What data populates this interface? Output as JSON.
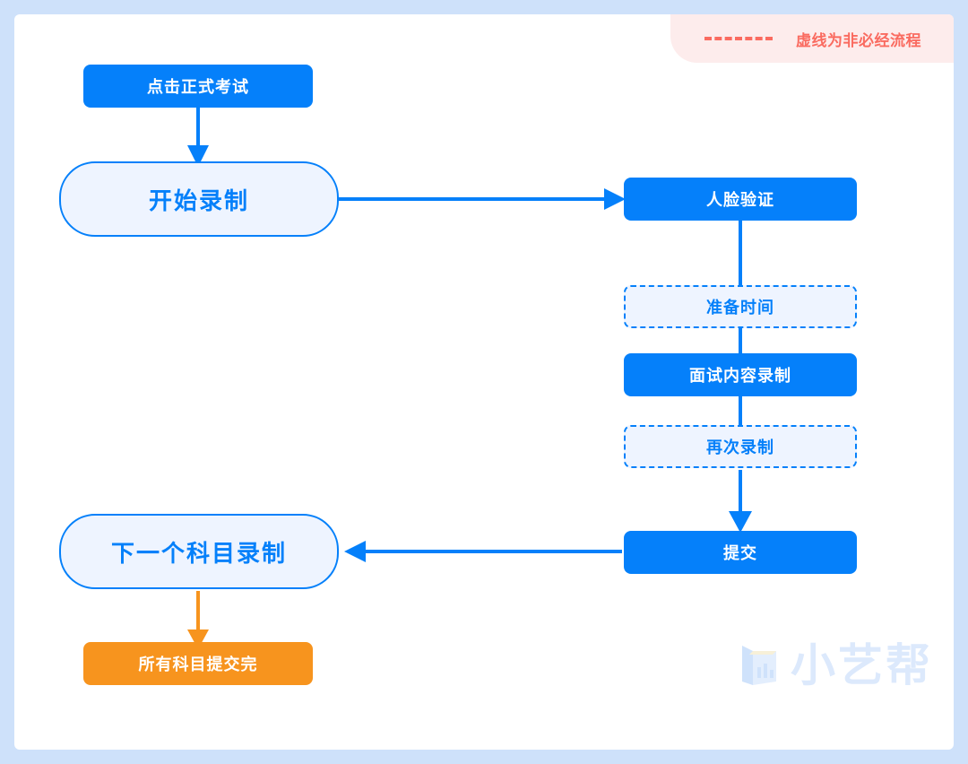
{
  "legend": {
    "dash_label": "dashed-line-sample",
    "text": "虚线为非必经流程",
    "color": "#fa6b60",
    "background": "#fdecec"
  },
  "theme": {
    "frame_border": "#cee1fa",
    "canvas": "#ffffff",
    "primary_blue": "#0580fa",
    "light_blue_fill": "#eef4ff",
    "orange": "#f7941e",
    "watermark": "#dce9fc"
  },
  "nodes": [
    {
      "id": "start-exam",
      "label": "点击正式考试",
      "shape": "solid",
      "required": true
    },
    {
      "id": "start-recording",
      "label": "开始录制",
      "shape": "pill",
      "required": true
    },
    {
      "id": "face-verification",
      "label": "人脸验证",
      "shape": "solid",
      "required": true
    },
    {
      "id": "preparation-time",
      "label": "准备时间",
      "shape": "dashed",
      "required": false
    },
    {
      "id": "interview-recording",
      "label": "面试内容录制",
      "shape": "solid",
      "required": true
    },
    {
      "id": "record-again",
      "label": "再次录制",
      "shape": "dashed",
      "required": false
    },
    {
      "id": "submit",
      "label": "提交",
      "shape": "solid",
      "required": true
    },
    {
      "id": "next-subject",
      "label": "下一个科目录制",
      "shape": "pill",
      "required": true
    },
    {
      "id": "all-submitted",
      "label": "所有科目提交完",
      "shape": "orange",
      "required": true
    }
  ],
  "connections": [
    {
      "from": "start-exam",
      "to": "start-recording",
      "arrow": true,
      "color": "#0580fa",
      "direction": "down"
    },
    {
      "from": "start-recording",
      "to": "face-verification",
      "arrow": true,
      "color": "#0580fa",
      "direction": "right"
    },
    {
      "from": "face-verification",
      "to": "preparation-time",
      "arrow": false,
      "color": "#0580fa",
      "direction": "down"
    },
    {
      "from": "preparation-time",
      "to": "interview-recording",
      "arrow": false,
      "color": "#0580fa",
      "direction": "down"
    },
    {
      "from": "interview-recording",
      "to": "record-again",
      "arrow": false,
      "color": "#0580fa",
      "direction": "down"
    },
    {
      "from": "record-again",
      "to": "submit",
      "arrow": true,
      "color": "#0580fa",
      "direction": "down"
    },
    {
      "from": "submit",
      "to": "next-subject",
      "arrow": true,
      "color": "#0580fa",
      "direction": "left"
    },
    {
      "from": "next-subject",
      "to": "all-submitted",
      "arrow": true,
      "color": "#f7941e",
      "direction": "down"
    }
  ],
  "watermark": {
    "icon_name": "xiaoyibang-logo-icon",
    "text": "小艺帮"
  }
}
